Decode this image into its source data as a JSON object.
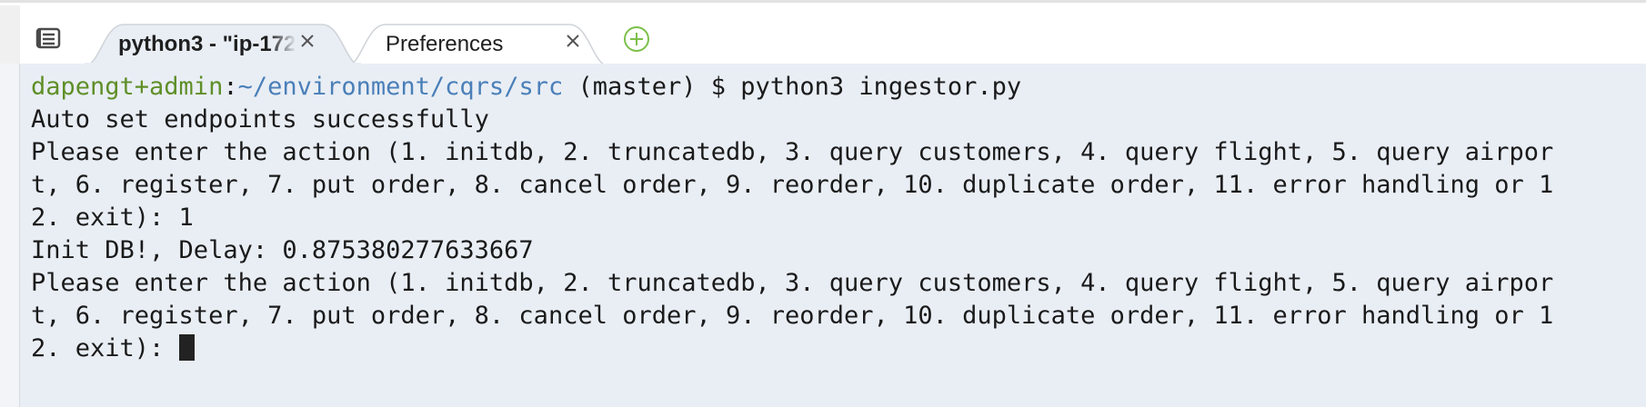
{
  "tabs": [
    {
      "label": "python3 - \"ip-172",
      "active": true,
      "close_icon": "close-icon"
    },
    {
      "label": "Preferences",
      "active": false,
      "close_icon": "close-icon"
    }
  ],
  "toolbar": {
    "menu_icon": "list-menu-icon",
    "add_tab_icon": "plus-circle-icon"
  },
  "colors": {
    "user": "#5f8f28",
    "path": "#4a7fb8",
    "terminal_bg": "#e9eef5",
    "add_tab": "#7cc04a"
  },
  "terminal": {
    "prompt": {
      "user": "dapengt+admin",
      "separator": ":",
      "path": "~/environment/cqrs/src",
      "branch": " (master) $ ",
      "command": "python3 ingestor.py"
    },
    "lines": [
      "Auto set endpoints successfully",
      "Please enter the action (1. initdb, 2. truncatedb, 3. query customers, 4. query flight, 5. query airpor",
      "t, 6. register, 7. put order, 8. cancel order, 9. reorder, 10. duplicate order, 11. error handling or 1",
      "2. exit): 1",
      "Init DB!, Delay: 0.875380277633667",
      "Please enter the action (1. initdb, 2. truncatedb, 3. query customers, 4. query flight, 5. query airpor",
      "t, 6. register, 7. put order, 8. cancel order, 9. reorder, 10. duplicate order, 11. error handling or 1"
    ],
    "input_prompt": "2. exit): "
  }
}
